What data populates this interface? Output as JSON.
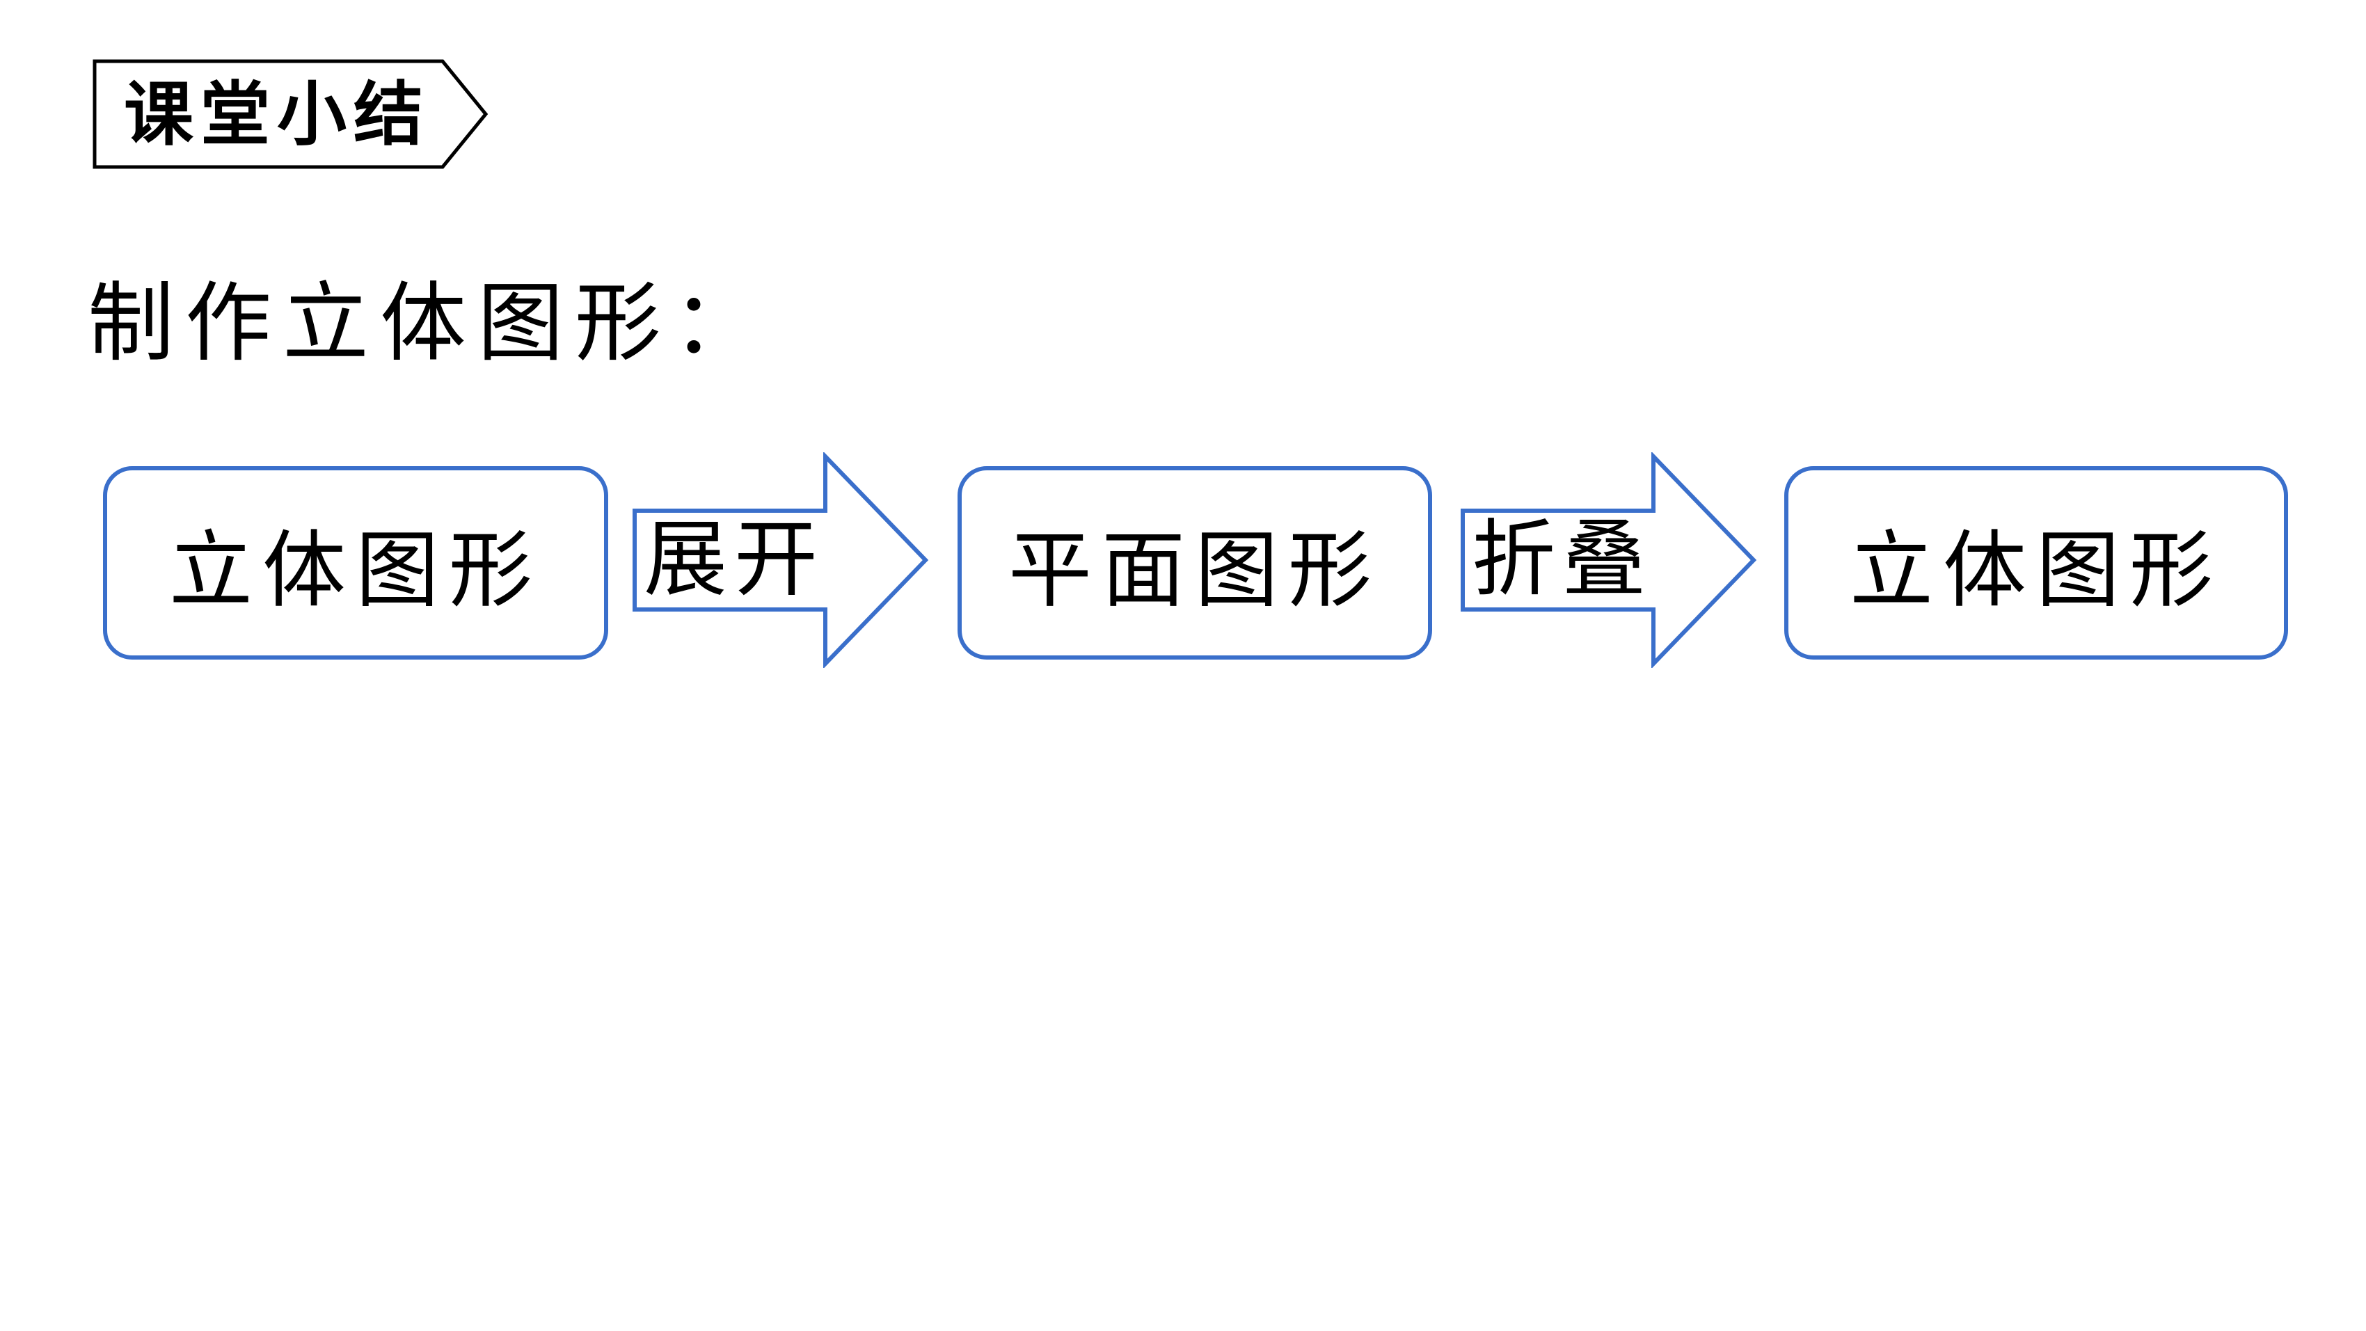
{
  "colors": {
    "accent": "#3a6fcb",
    "text": "#000000",
    "background": "#ffffff"
  },
  "header_tag": {
    "label": "课堂小结"
  },
  "subtitle": "制作立体图形：",
  "flow": {
    "nodes": [
      {
        "label": "立体图形"
      },
      {
        "label": "平面图形"
      },
      {
        "label": "立体图形"
      }
    ],
    "arrows": [
      {
        "label": "展开"
      },
      {
        "label": "折叠"
      }
    ]
  }
}
